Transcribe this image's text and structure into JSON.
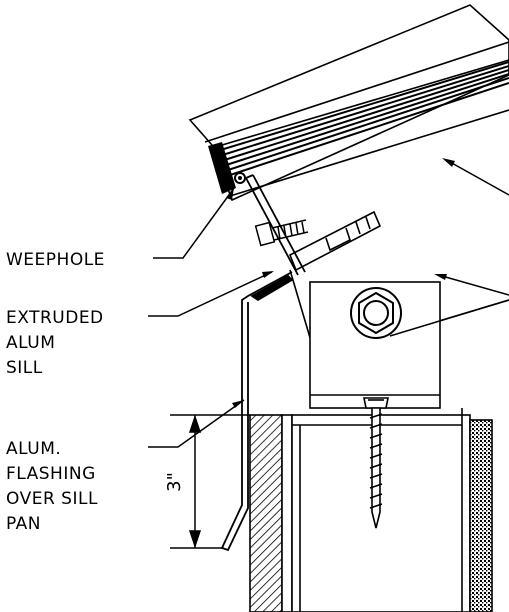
{
  "labels": {
    "weephole": "WEEPHOLE",
    "sill": [
      "EXTRUDED",
      "ALUM",
      "SILL"
    ],
    "flashing": [
      "ALUM.",
      "FLASHING",
      "OVER SILL",
      "PAN"
    ]
  },
  "dimension": {
    "text": "3\""
  },
  "colors": {
    "ink": "#000000",
    "paper": "#ffffff"
  }
}
